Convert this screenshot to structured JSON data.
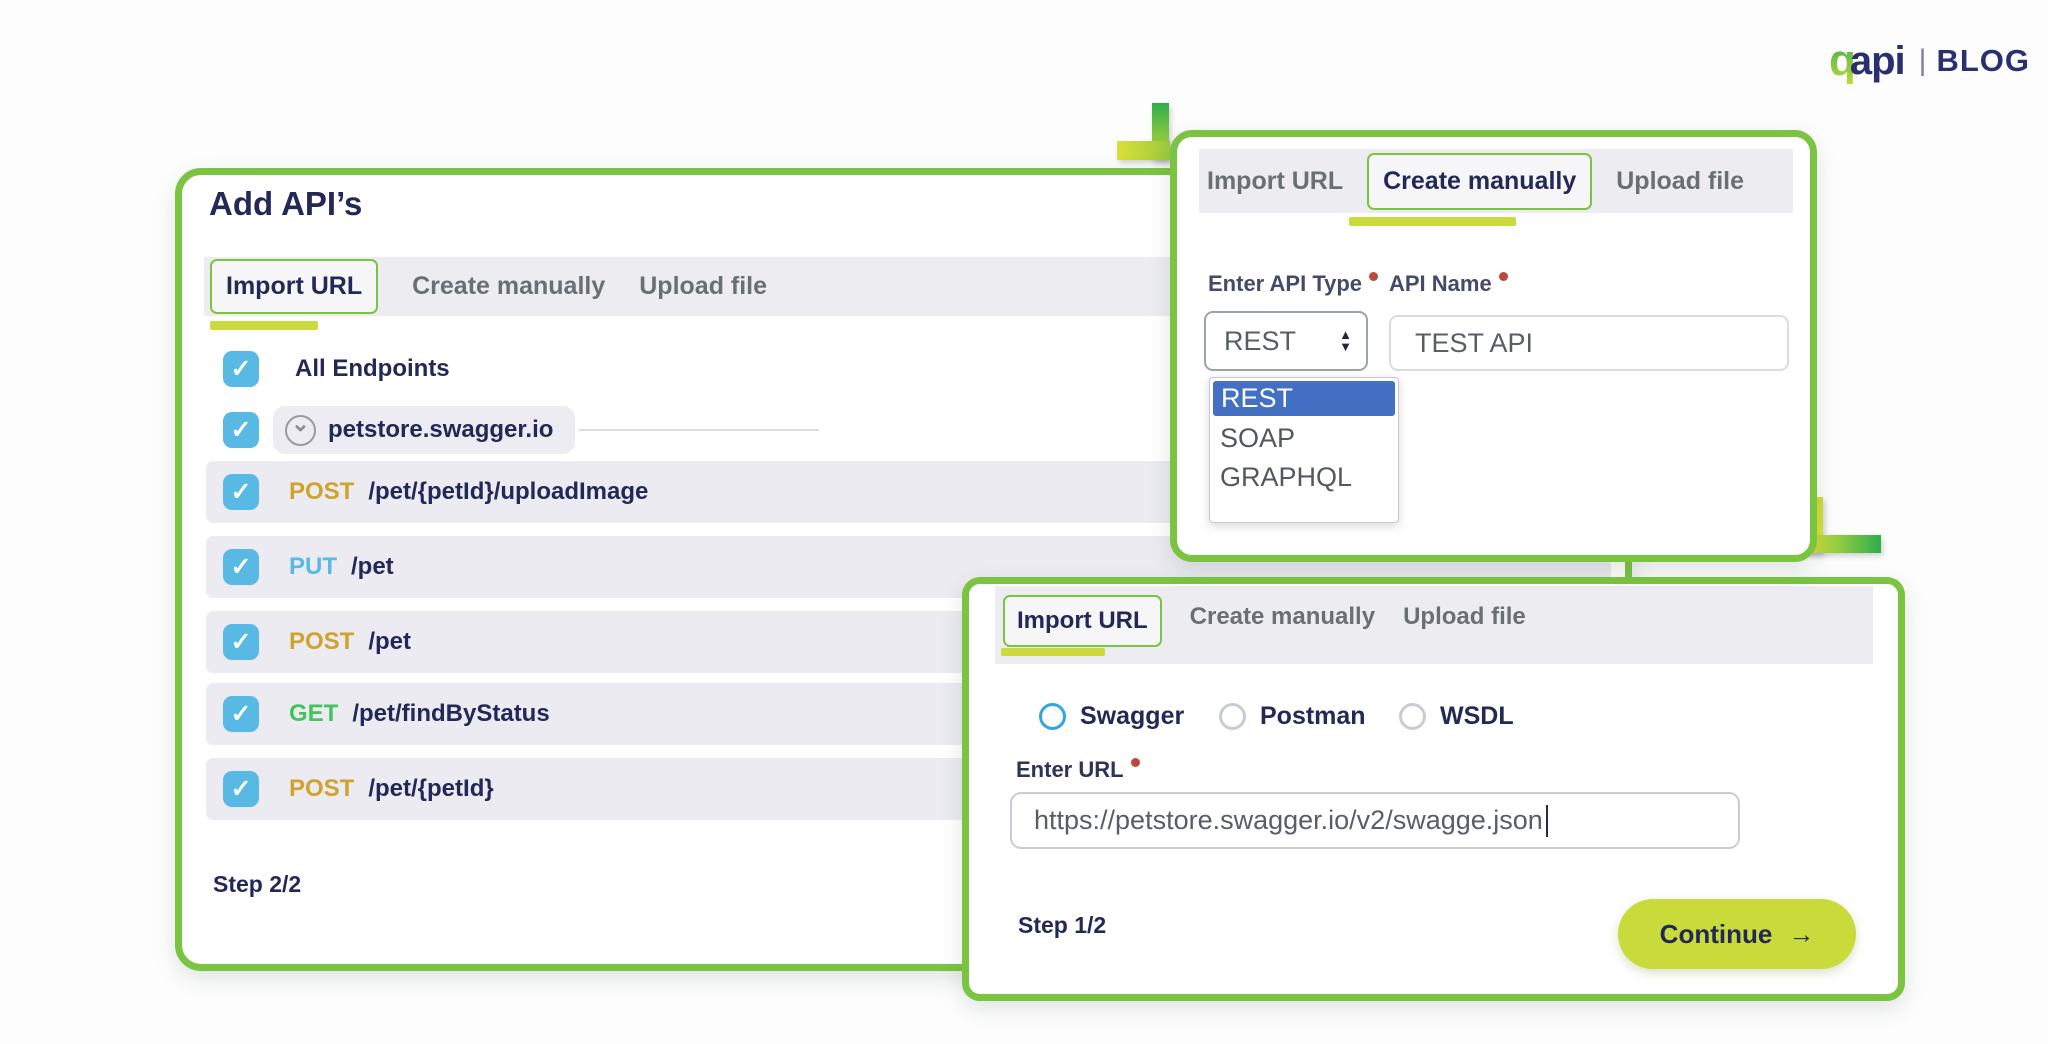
{
  "logo": {
    "mark": "q",
    "brand": "api",
    "divider": "|",
    "suffix": "BLOG"
  },
  "colors": {
    "panel_border": "#7ac442",
    "accent_underline": "#cbda3e",
    "navy_text": "#232857",
    "tab_inactive": "#6a6f75",
    "checkbox_blue": "#58b9e5",
    "method_post": "#cfa32c",
    "method_put": "#58b9e5",
    "method_get": "#43c35e",
    "dropdown_highlight": "#4470c4",
    "continue_button": "#c9da3b",
    "required_dot": "#c0453a"
  },
  "main_panel": {
    "title": "Add API’s",
    "tabs": [
      {
        "label": "Import URL",
        "active": true
      },
      {
        "label": "Create manually",
        "active": false
      },
      {
        "label": "Upload file",
        "active": false
      }
    ],
    "all_endpoints_label": "All Endpoints",
    "host": "petstore.swagger.io",
    "endpoints": [
      {
        "method": "POST",
        "path": "/pet/{petId}/uploadImage",
        "checked": true
      },
      {
        "method": "PUT",
        "path": "/pet",
        "checked": true
      },
      {
        "method": "POST",
        "path": "/pet",
        "checked": true
      },
      {
        "method": "GET",
        "path": "/pet/findByStatus",
        "checked": true
      },
      {
        "method": "POST",
        "path": "/pet/{petId}",
        "checked": true
      }
    ],
    "step_label": "Step 2/2"
  },
  "create_panel": {
    "tabs": [
      {
        "label": "Import URL",
        "active": false
      },
      {
        "label": "Create manually",
        "active": true
      },
      {
        "label": "Upload file",
        "active": false
      }
    ],
    "api_type": {
      "label": "Enter API Type",
      "required": true,
      "value": "REST"
    },
    "api_name": {
      "label": "API Name",
      "required": true,
      "value": "TEST API"
    },
    "dropdown": {
      "options": [
        "REST",
        "SOAP",
        "GRAPHQL"
      ],
      "selected": "REST"
    }
  },
  "import_panel": {
    "tabs": [
      {
        "label": "Import URL",
        "active": true
      },
      {
        "label": "Create manually",
        "active": false
      },
      {
        "label": "Upload file",
        "active": false
      }
    ],
    "source_options": [
      {
        "label": "Swagger",
        "selected": true
      },
      {
        "label": "Postman",
        "selected": false
      },
      {
        "label": "WSDL",
        "selected": false
      }
    ],
    "url_field": {
      "label": "Enter URL",
      "required": true,
      "value": "https://petstore.swagger.io/v2/swagge.json"
    },
    "step_label": "Step 1/2",
    "continue_button": {
      "label": "Continue",
      "arrow": "→"
    }
  }
}
